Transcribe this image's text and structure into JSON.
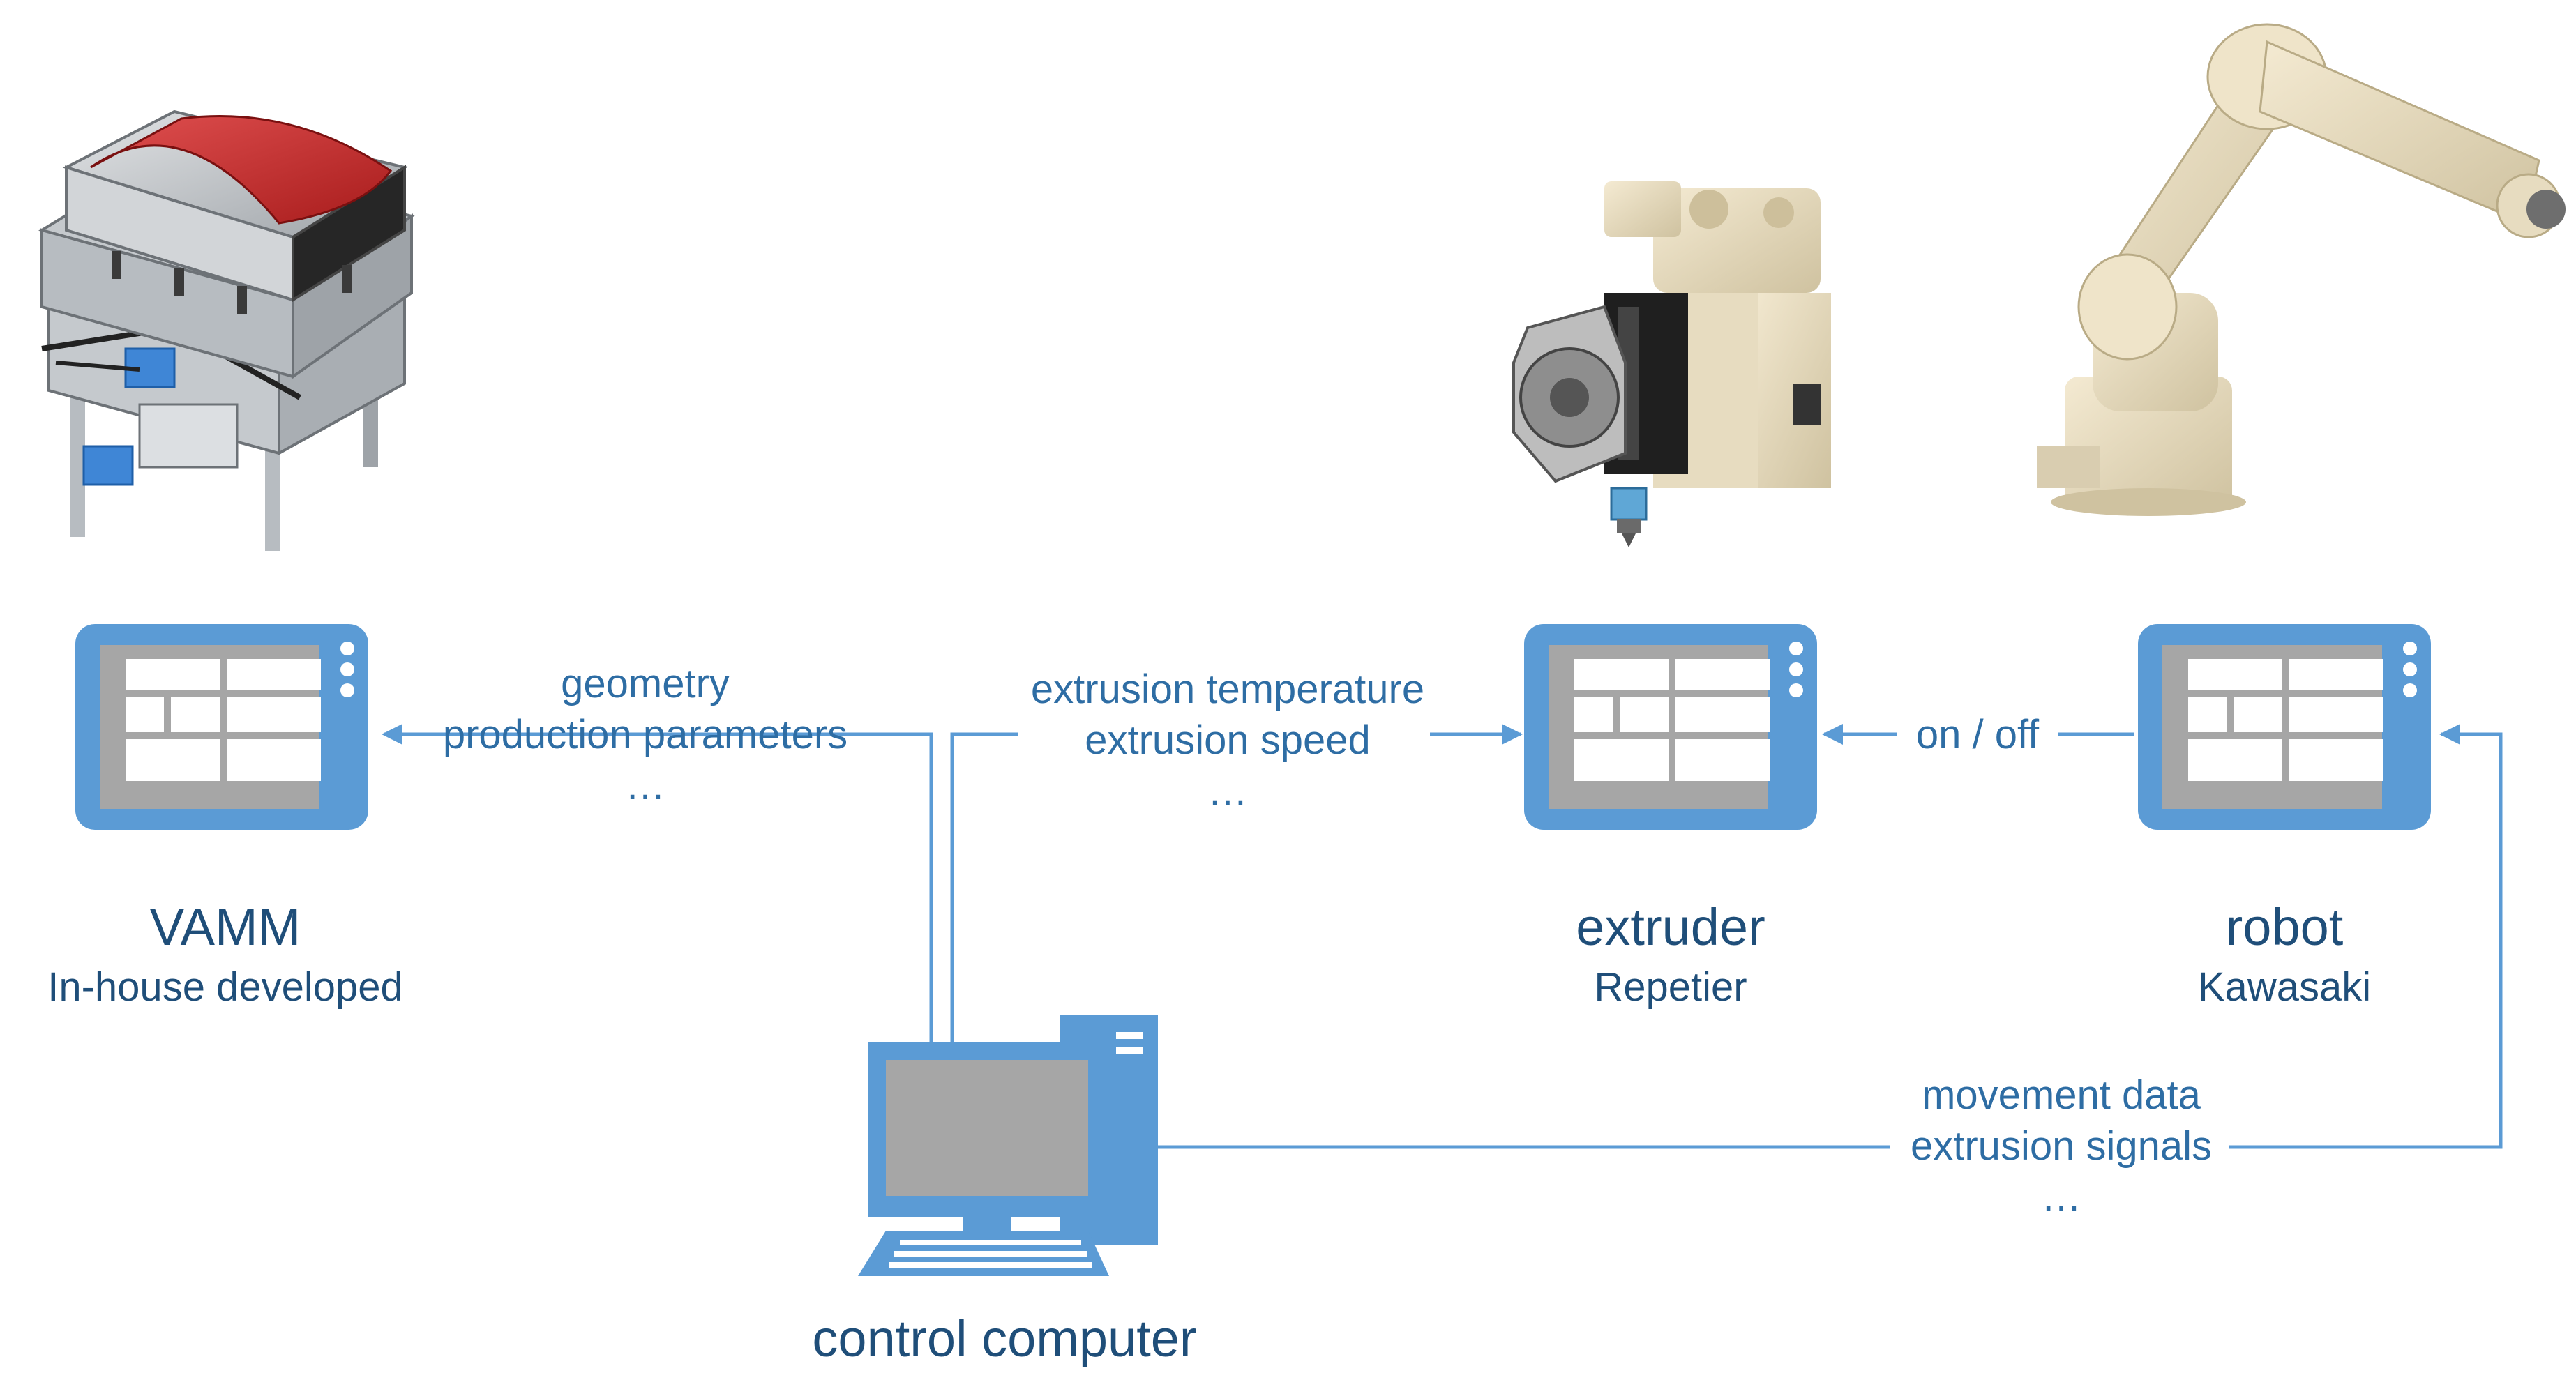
{
  "colors": {
    "accent": "#5b9bd5",
    "device_frame": "#5b9bd5",
    "screen_fill": "#a6a6a6",
    "label_text": "#2e6da4",
    "title_text": "#1f4e79"
  },
  "nodes": {
    "vamm": {
      "title": "VAMM",
      "subtitle": "In-house developed"
    },
    "extruder": {
      "title": "extruder",
      "subtitle": "Repetier"
    },
    "robot": {
      "title": "robot",
      "subtitle": "Kawasaki"
    },
    "computer": {
      "title": "control computer"
    }
  },
  "links": {
    "to_vamm": {
      "lines": [
        "geometry",
        "production parameters",
        "…"
      ]
    },
    "to_extruder": {
      "lines": [
        "extrusion temperature",
        "extrusion speed",
        "…"
      ]
    },
    "robot_to_extruder": {
      "lines": [
        "on / off"
      ]
    },
    "to_robot": {
      "lines": [
        "movement data",
        "extrusion signals",
        "…"
      ]
    }
  },
  "icons": {
    "vamm_machine": "vamm-machine-illustration",
    "extruder_machine": "extruder-illustration",
    "robot_machine": "robot-arm-illustration",
    "tablet": "tablet-icon",
    "computer": "desktop-computer-icon"
  }
}
